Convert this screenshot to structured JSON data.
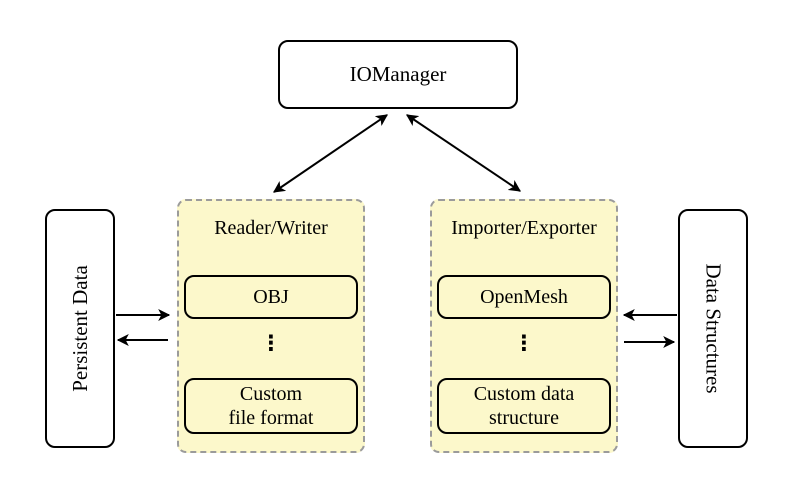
{
  "colors": {
    "background": "#ffffff",
    "group_fill": "#fcf8cb",
    "group_border": "#9b9b9b",
    "box_border": "#000000",
    "arrow": "#000000"
  },
  "io_manager": {
    "label": "IOManager"
  },
  "persistent_data": {
    "label": "Persistent Data"
  },
  "data_structures": {
    "label": "Data Structures"
  },
  "reader_writer": {
    "title": "Reader/Writer",
    "top_item": "OBJ",
    "ellipsis": "⋮",
    "bottom_item": "Custom\nfile format"
  },
  "importer_exporter": {
    "title": "Importer/Exporter",
    "top_item": "OpenMesh",
    "ellipsis": "⋮",
    "bottom_item": "Custom data\nstructure"
  }
}
